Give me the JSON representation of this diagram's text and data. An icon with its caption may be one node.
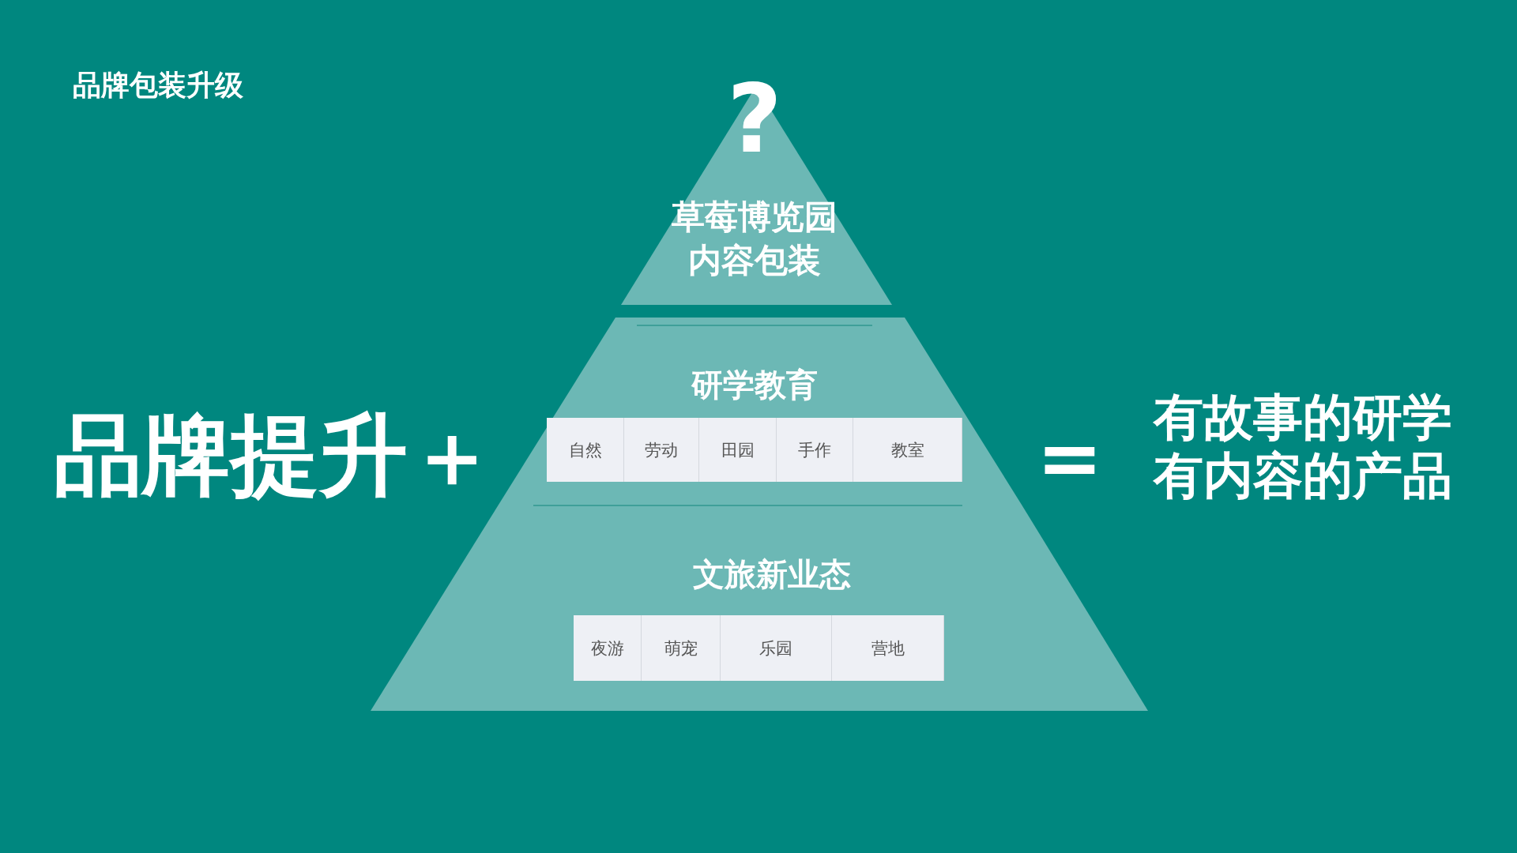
{
  "diagram": {
    "title": "品牌包装升级",
    "nodes": [
      {
        "text": [
          "?",
          "草莓博览园内容包装"
        ]
      },
      {
        "text": [
          "研学教育"
        ]
      },
      {
        "text": [
          "自然"
        ],
        "in": 1
      },
      {
        "text": [
          "劳动"
        ],
        "in": 1
      },
      {
        "text": [
          "田园"
        ],
        "in": 1
      },
      {
        "text": [
          "手作"
        ],
        "in": 1
      },
      {
        "text": [
          "教室"
        ],
        "in": 1
      },
      {
        "text": [
          "文旅新业态"
        ]
      },
      {
        "text": [
          "夜游"
        ],
        "in": 7
      },
      {
        "text": [
          "萌宠"
        ],
        "in": 7
      },
      {
        "text": [
          "乐园"
        ],
        "in": 7
      },
      {
        "text": [
          "营地"
        ],
        "in": 7
      }
    ],
    "edges": [],
    "labels": [
      "品牌提升＋",
      "=",
      "有故事的研学",
      "有内容的产品"
    ]
  }
}
